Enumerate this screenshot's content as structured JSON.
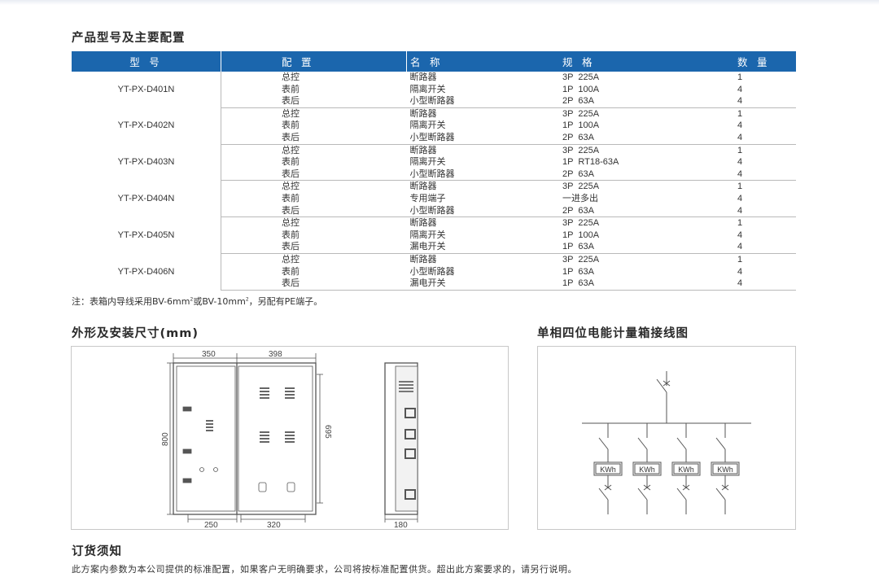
{
  "section1": {
    "title": "产品型号及主要配置"
  },
  "table": {
    "headers": [
      "型 号",
      "配 置",
      "名 称",
      "规 格",
      "数 量"
    ],
    "groups": [
      {
        "model": "YT-PX-D401N",
        "rows": [
          {
            "config": "总控",
            "name": "断路器",
            "spec": "3P  225A",
            "qty": "1"
          },
          {
            "config": "表前",
            "name": "隔离开关",
            "spec": "1P  100A",
            "qty": "4"
          },
          {
            "config": "表后",
            "name": "小型断路器",
            "spec": "2P  63A",
            "qty": "4"
          }
        ]
      },
      {
        "model": "YT-PX-D402N",
        "rows": [
          {
            "config": "总控",
            "name": "断路器",
            "spec": "3P  225A",
            "qty": "1"
          },
          {
            "config": "表前",
            "name": "隔离开关",
            "spec": "1P  100A",
            "qty": "4"
          },
          {
            "config": "表后",
            "name": "小型断路器",
            "spec": "2P  63A",
            "qty": "4"
          }
        ]
      },
      {
        "model": "YT-PX-D403N",
        "rows": [
          {
            "config": "总控",
            "name": "断路器",
            "spec": "3P  225A",
            "qty": "1"
          },
          {
            "config": "表前",
            "name": "隔离开关",
            "spec": "1P  RT18-63A",
            "qty": "4"
          },
          {
            "config": "表后",
            "name": "小型断路器",
            "spec": "2P  63A",
            "qty": "4"
          }
        ]
      },
      {
        "model": "YT-PX-D404N",
        "rows": [
          {
            "config": "总控",
            "name": "断路器",
            "spec": "3P  225A",
            "qty": "1"
          },
          {
            "config": "表前",
            "name": "专用端子",
            "spec": "一进多出",
            "qty": "4"
          },
          {
            "config": "表后",
            "name": "小型断路器",
            "spec": "2P  63A",
            "qty": "4"
          }
        ]
      },
      {
        "model": "YT-PX-D405N",
        "rows": [
          {
            "config": "总控",
            "name": "断路器",
            "spec": "3P  225A",
            "qty": "1"
          },
          {
            "config": "表前",
            "name": "隔离开关",
            "spec": "1P  100A",
            "qty": "4"
          },
          {
            "config": "表后",
            "name": "漏电开关",
            "spec": "1P  63A",
            "qty": "4"
          }
        ]
      },
      {
        "model": "YT-PX-D406N",
        "rows": [
          {
            "config": "总控",
            "name": "断路器",
            "spec": "3P  225A",
            "qty": "1"
          },
          {
            "config": "表前",
            "name": "小型断路器",
            "spec": "1P  63A",
            "qty": "4"
          },
          {
            "config": "表后",
            "name": "漏电开关",
            "spec": "1P  63A",
            "qty": "4"
          }
        ]
      }
    ]
  },
  "note": {
    "p1": "注：表箱内导线采用BV-6mm",
    "sup1": "2",
    "p2": "或BV-10mm",
    "sup2": "2",
    "p3": "，另配有PE端子。"
  },
  "section2": {
    "title": "外形及安装尺寸(mm)"
  },
  "section3": {
    "title": "单相四位电能计量箱接线图"
  },
  "dimensions": {
    "w_left": "350",
    "w_right": "398",
    "height": "800",
    "inner_height": "695",
    "b_left": "250",
    "b_right": "320",
    "depth": "180"
  },
  "wiring": {
    "meter_label": "KWh"
  },
  "section4": {
    "title": "订货须知",
    "text": "此方案内参数为本公司提供的标准配置，如果客户无明确要求，公司将按标准配置供货。超出此方案要求的，请另行说明。"
  },
  "colors": {
    "header_blue": "#1b66ad",
    "line_gray": "#b9b9b9",
    "drawing_gray": "#555555"
  }
}
